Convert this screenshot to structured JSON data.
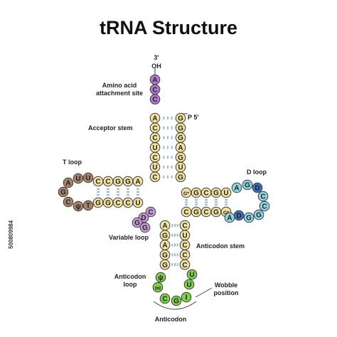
{
  "title": "tRNA Structure",
  "end3_label": "3'",
  "end3_oh": "OH",
  "end5_label": "P  5'",
  "labels": {
    "amino_acid_site": "Amino acid\nattachment site",
    "acceptor_stem": "Acceptor stem",
    "t_loop": "T loop",
    "d_loop": "D loop",
    "variable_loop": "Variable loop",
    "anticodon_stem": "Anticodon stem",
    "anticodon_loop": "Anticodon\nloop",
    "wobble_position": "Wobble\nposition",
    "anticodon": "Anticodon"
  },
  "stock_id": "500809984",
  "colors": {
    "stem": "#f3e2a0",
    "cca": "#b47bd1",
    "tloop": "#a8846a",
    "dloop_cyan": "#8fd6e3",
    "dloop_blue": "#3d6fc3",
    "variable": "#c79bd8",
    "anticodon": "#7fd247",
    "pair": "#8fb7e4"
  },
  "nucleotides": {
    "cca": [
      "A",
      "C",
      "C"
    ],
    "acceptor_left": [
      "A",
      "C",
      "C",
      "U",
      "C",
      "U",
      "C"
    ],
    "acceptor_right": [
      "G",
      "G",
      "G",
      "A",
      "G",
      "U",
      "G"
    ],
    "t_stem_top": [
      "C",
      "C",
      "G",
      "G",
      "A"
    ],
    "t_stem_bottom": [
      "G",
      "G",
      "C",
      "C",
      "U"
    ],
    "t_loop": [
      "U",
      "U",
      "A",
      "G",
      "C",
      "ψ",
      "T"
    ],
    "d_stem_top": [
      "G*",
      "G",
      "C",
      "G",
      "U"
    ],
    "d_stem_bottom": [
      "C",
      "G",
      "C",
      "G",
      "G*"
    ],
    "d_loop": [
      "A",
      "G",
      "D",
      "C",
      "C",
      "G",
      "G",
      "D",
      "A"
    ],
    "variable": [
      "C",
      "D",
      "G",
      "G"
    ],
    "anticodon_stem_left": [
      "A",
      "G",
      "A",
      "G",
      "G"
    ],
    "anticodon_stem_right": [
      "C",
      "U",
      "C",
      "C",
      "C"
    ],
    "anticodon_loop": [
      "U",
      "U",
      "ψ",
      "mI",
      "C",
      "G",
      "I"
    ]
  }
}
